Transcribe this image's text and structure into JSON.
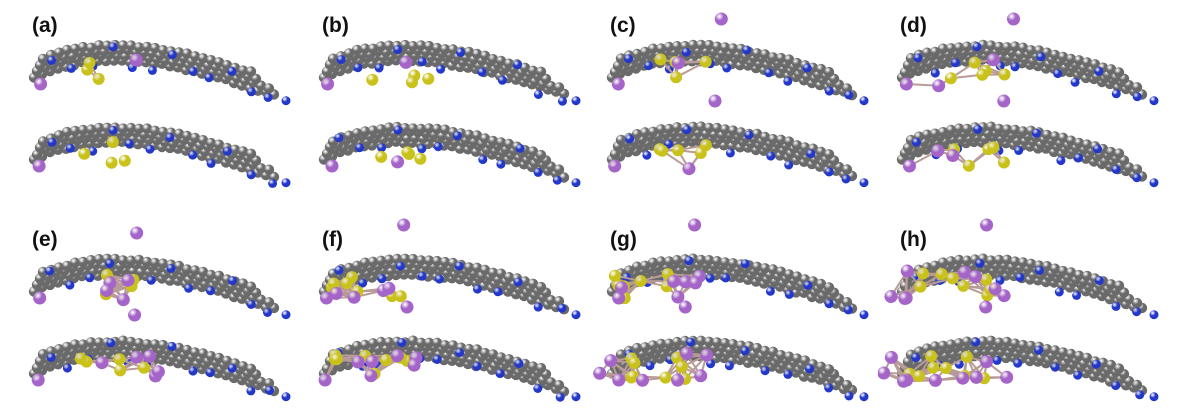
{
  "figure": {
    "panels": [
      {
        "label": "(a)",
        "top_s": 3,
        "top_li": 2,
        "top_bond": true,
        "bot_s": 4,
        "bot_li": 1,
        "bot_bond": false,
        "rise": 0
      },
      {
        "label": "(b)",
        "top_s": 4,
        "top_li": 2,
        "top_bond": false,
        "bot_s": 4,
        "bot_li": 2,
        "bot_bond": false,
        "rise": 0
      },
      {
        "label": "(c)",
        "top_s": 4,
        "top_li": 3,
        "top_bond": true,
        "bot_s": 5,
        "bot_li": 3,
        "bot_bond": true,
        "rise": 1
      },
      {
        "label": "(d)",
        "top_s": 5,
        "top_li": 4,
        "top_bond": true,
        "bot_s": 5,
        "bot_li": 4,
        "bot_bond": true,
        "rise": 1
      },
      {
        "label": "(e)",
        "top_s": 5,
        "top_li": 6,
        "top_bond": true,
        "bot_s": 5,
        "bot_li": 7,
        "bot_bond": true,
        "rise": 1
      },
      {
        "label": "(f)",
        "top_s": 7,
        "top_li": 6,
        "top_bond": true,
        "bot_s": 8,
        "bot_li": 8,
        "bot_bond": true,
        "rise": 2
      },
      {
        "label": "(g)",
        "top_s": 8,
        "top_li": 8,
        "top_bond": true,
        "bot_s": 8,
        "bot_li": 9,
        "bot_bond": true,
        "rise": 2
      },
      {
        "label": "(h)",
        "top_s": 8,
        "top_li": 9,
        "top_bond": true,
        "bot_s": 8,
        "bot_li": 10,
        "bot_bond": true,
        "rise": 2
      }
    ],
    "colors": {
      "carbon": "#6e6e6e",
      "nitrogen": "#2338c9",
      "sulfur": "#c9c21a",
      "lithium": "#a464c8",
      "bond": "#b89a96"
    }
  }
}
